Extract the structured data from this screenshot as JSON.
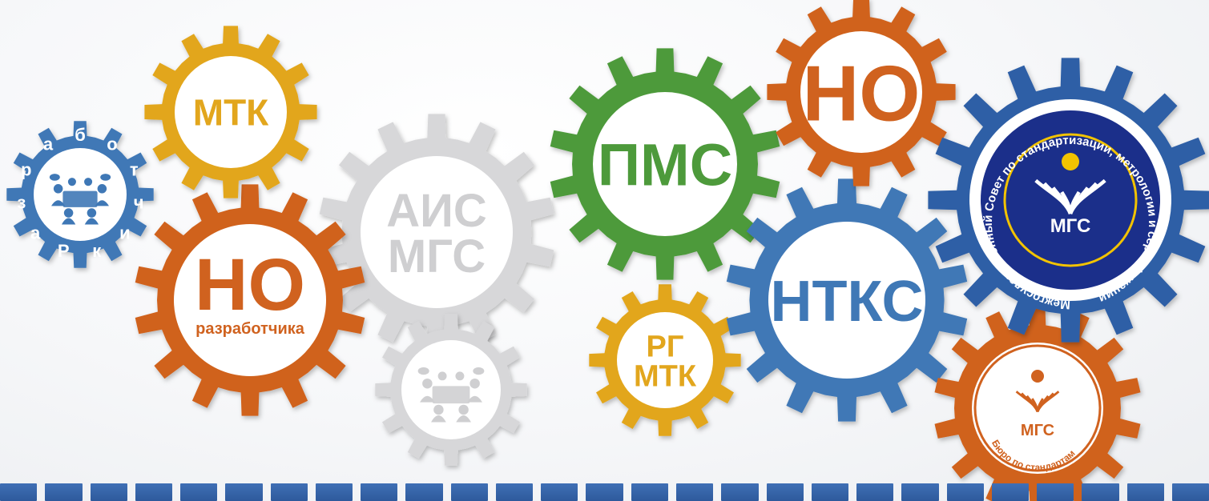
{
  "gears": [
    {
      "id": "razrabotchik",
      "label": [],
      "ring_text": "Разработчик",
      "icon": "meeting-people-icon",
      "color": "#3f78b6"
    },
    {
      "id": "mtk",
      "label": [
        "МТК"
      ],
      "color": "#e2a61d"
    },
    {
      "id": "no-razrab",
      "label": [
        "НО",
        "разработчика"
      ],
      "color": "#d0621f"
    },
    {
      "id": "ais-mgs",
      "label": [
        "АИС",
        "МГС"
      ],
      "color": "#d7d7d9"
    },
    {
      "id": "meeting-grey",
      "label": [],
      "icon": "meeting-people-icon",
      "color": "#d7d7d9"
    },
    {
      "id": "pms",
      "label": [
        "ПМС"
      ],
      "color": "#4d9a3b"
    },
    {
      "id": "rg-mtk",
      "label": [
        "РГ",
        "МТК"
      ],
      "color": "#e2a61d"
    },
    {
      "id": "no",
      "label": [
        "НО"
      ],
      "color": "#d0621f"
    },
    {
      "id": "ntks",
      "label": [
        "НТКС"
      ],
      "color": "#3f78b6"
    },
    {
      "id": "mgs",
      "label": [
        "МГС"
      ],
      "ring_text": "Межгосударственный Совет по стандартизации, метрологии и сертификации",
      "icon": "mgs-emblem-icon",
      "color": "#2e5fa6"
    },
    {
      "id": "buro",
      "label": [
        "МГС"
      ],
      "ring_text": "Бюро по стандартам",
      "icon": "mgs-emblem-icon",
      "color": "#d0621f"
    }
  ],
  "colors": {
    "footer_bar": "#3568ad",
    "gold": "#f2c300",
    "navy": "#1b2f8a"
  }
}
